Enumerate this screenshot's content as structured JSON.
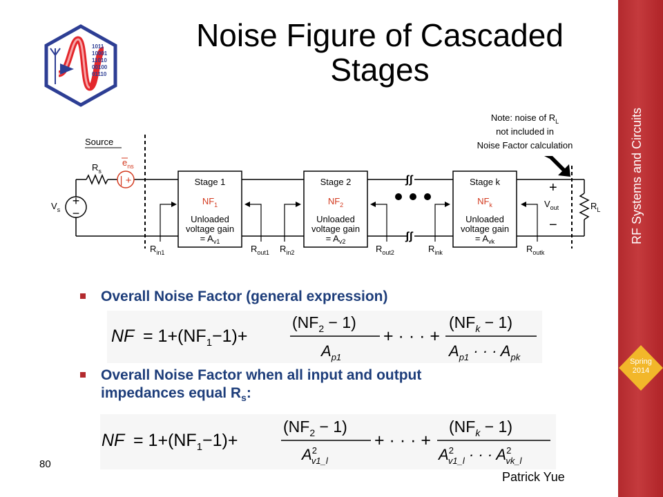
{
  "slide": {
    "title_line1": "Noise Figure of Cascaded",
    "title_line2": "Stages",
    "sidebar_title": "RF Systems and Circuits",
    "badge_line1": "Spring",
    "badge_line2": "2014",
    "page_number": "80",
    "author": "Patrick Yue",
    "colors": {
      "accent_red": "#b32a2e",
      "badge_yellow": "#f2b72a",
      "bullet_text": "#1d3d7a",
      "nf_red": "#d33a1f"
    }
  },
  "logo": {
    "icon": "university-logo-icon",
    "bits": [
      "1011",
      "10001",
      "11010",
      "00100",
      "01110"
    ]
  },
  "diagram": {
    "note_line1": "Note: noise of R",
    "note_sub": "L",
    "note_line2": "not included in",
    "note_line3": "Noise Factor calculation",
    "source_label": "Source",
    "rs_label": "R",
    "rs_sub": "s",
    "ens_label": "e",
    "ens_sub": "ns",
    "vs_label": "V",
    "vs_sub": "s",
    "stages": [
      {
        "name": "Stage 1",
        "nf": "NF",
        "nf_sub": "1",
        "gain_line1": "Unloaded",
        "gain_line2": "voltage gain",
        "gain_line3": "= A",
        "gain_sub": "v1"
      },
      {
        "name": "Stage 2",
        "nf": "NF",
        "nf_sub": "2",
        "gain_line1": "Unloaded",
        "gain_line2": "voltage gain",
        "gain_line3": "= A",
        "gain_sub": "v2"
      },
      {
        "name": "Stage k",
        "nf": "NF",
        "nf_sub": "k",
        "gain_line1": "Unloaded",
        "gain_line2": "voltage gain",
        "gain_line3": "= A",
        "gain_sub": "vk"
      }
    ],
    "r_labels": [
      {
        "main": "R",
        "sub": "in1"
      },
      {
        "main": "R",
        "sub": "out1"
      },
      {
        "main": "R",
        "sub": "in2"
      },
      {
        "main": "R",
        "sub": "out2"
      },
      {
        "main": "R",
        "sub": "ink"
      },
      {
        "main": "R",
        "sub": "outk"
      }
    ],
    "vout_label": "V",
    "vout_sub": "out",
    "rl_label": "R",
    "rl_sub": "L",
    "plus": "+",
    "minus": "−"
  },
  "bullets": {
    "b1": "Overall Noise Factor (general expression)",
    "b2_line1": "Overall Noise Factor when all input and output",
    "b2_line2": "impedances equal R",
    "b2_sub": "s",
    "b2_colon": ":"
  },
  "equations": {
    "nf_lhs": "NF",
    "eq_start": "= 1+(NF",
    "sub1": "1",
    "minus_one": "−1)+",
    "num2": "(NF",
    "sub2": "2",
    "num2_end": " − 1)",
    "dots": "+ · · · +",
    "numk": "(NF",
    "subk": "k",
    "numk_end": " − 1)",
    "den1_main": "A",
    "den1_sub": "p1",
    "denk_a": "A",
    "denk_a_sub": "p1",
    "denk_dots": " · · · ",
    "denk_b": "A",
    "denk_b_sub": "pk",
    "eq2_den1_main": "A",
    "eq2_den1_sup": "2",
    "eq2_den1_sub": "v1_l",
    "eq2_denk_a_sub": "v1_l",
    "eq2_denk_b_sub": "vk_l"
  }
}
